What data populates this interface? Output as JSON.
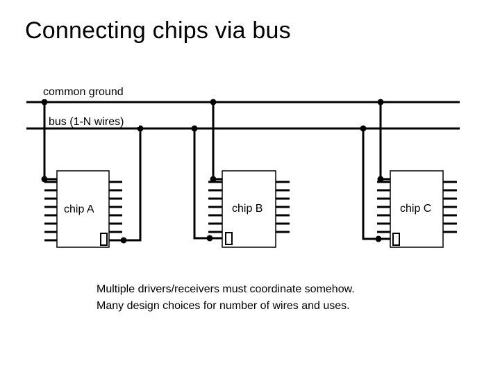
{
  "title": "Connecting chips via bus",
  "diagram": {
    "ground_label": "common ground",
    "bus_label": "bus (1-N wires)",
    "chips": [
      {
        "label": "chip A"
      },
      {
        "label": "chip B"
      },
      {
        "label": "chip C"
      }
    ]
  },
  "caption": [
    "Multiple drivers/receivers must coordinate somehow.",
    "Many design choices for number of wires and uses."
  ],
  "colors": {
    "ink": "#000000",
    "background": "#ffffff"
  }
}
